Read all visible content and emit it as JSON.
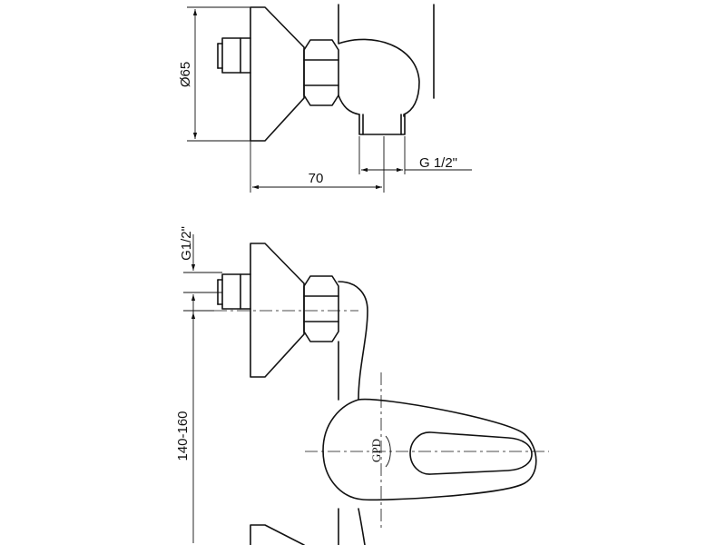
{
  "dimensions": {
    "diameter": "Ø65",
    "depth": "70",
    "outlet_thread": "G 1/2\"",
    "inlet_thread": "G1/2\"",
    "centers": "140-160"
  },
  "logo": "GPD"
}
